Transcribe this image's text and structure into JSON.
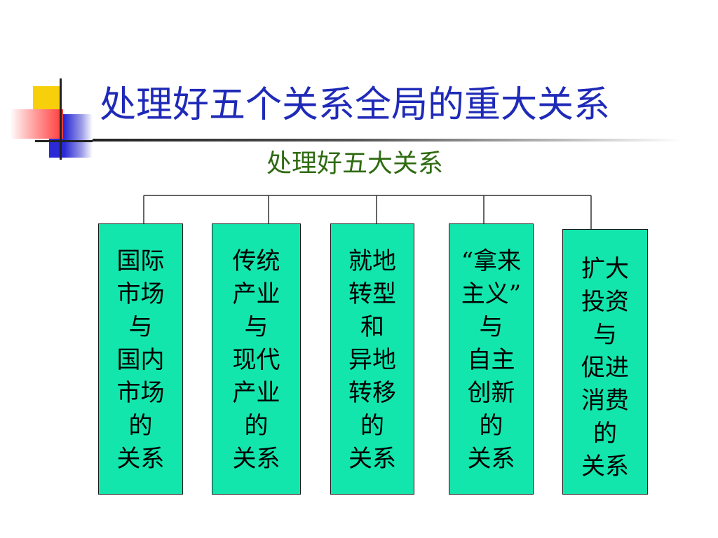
{
  "slide": {
    "title": "处理好五个关系全局的重大关系",
    "root_label": "处理好五大关系",
    "branches": [
      {
        "lines": [
          "国际",
          "市场",
          "与",
          "国内",
          "市场",
          "的",
          "关系"
        ]
      },
      {
        "lines": [
          "传统",
          "产业",
          "与",
          "现代",
          "产业",
          "的",
          "关系"
        ]
      },
      {
        "lines": [
          "就地",
          "转型",
          "和",
          "异地",
          "转移",
          "的",
          "关系"
        ]
      },
      {
        "lines": [
          "“拿来",
          "主义”",
          "与",
          "自主",
          "创新",
          "的",
          "关系"
        ]
      },
      {
        "lines": [
          "扩大",
          "投资",
          "与",
          "促进",
          "消费",
          "的",
          "关系"
        ]
      }
    ]
  },
  "colors": {
    "title": "#1f2ab8",
    "root_label": "#2f6b12",
    "box_fill": "#13e6ad",
    "box_border": "#1a1a1a",
    "connector": "#333333"
  }
}
